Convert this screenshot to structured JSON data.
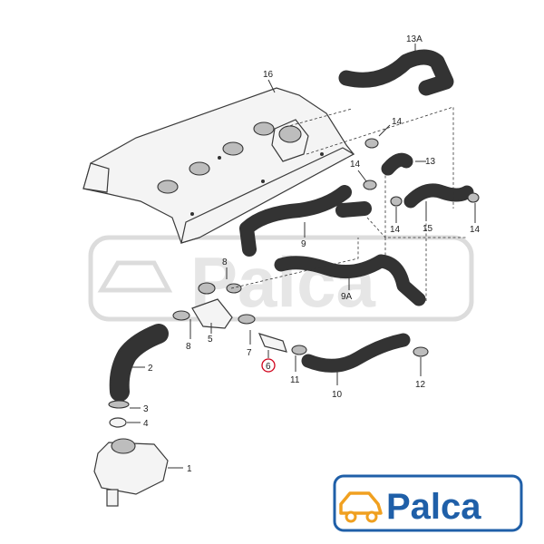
{
  "callouts": {
    "c1": "1",
    "c2": "2",
    "c3": "3",
    "c4": "4",
    "c5": "5",
    "c6": "6",
    "c7": "7",
    "c8a": "8",
    "c8b": "8",
    "c9": "9",
    "c9a": "9A",
    "c10": "10",
    "c11": "11",
    "c12": "12",
    "c13": "13",
    "c13a": "13A",
    "c14a": "14",
    "c14b": "14",
    "c14c": "14",
    "c14d": "14",
    "c15": "15",
    "c16": "16"
  },
  "highlight": {
    "callout": "6",
    "color": "#d0021b"
  },
  "logo": {
    "text": "Palca",
    "text_color": "#1f5fa8",
    "frame_color": "#1f5fa8",
    "car_color": "#f0a020"
  },
  "watermark": {
    "text": "Palca",
    "color": "#e6e6e6"
  }
}
